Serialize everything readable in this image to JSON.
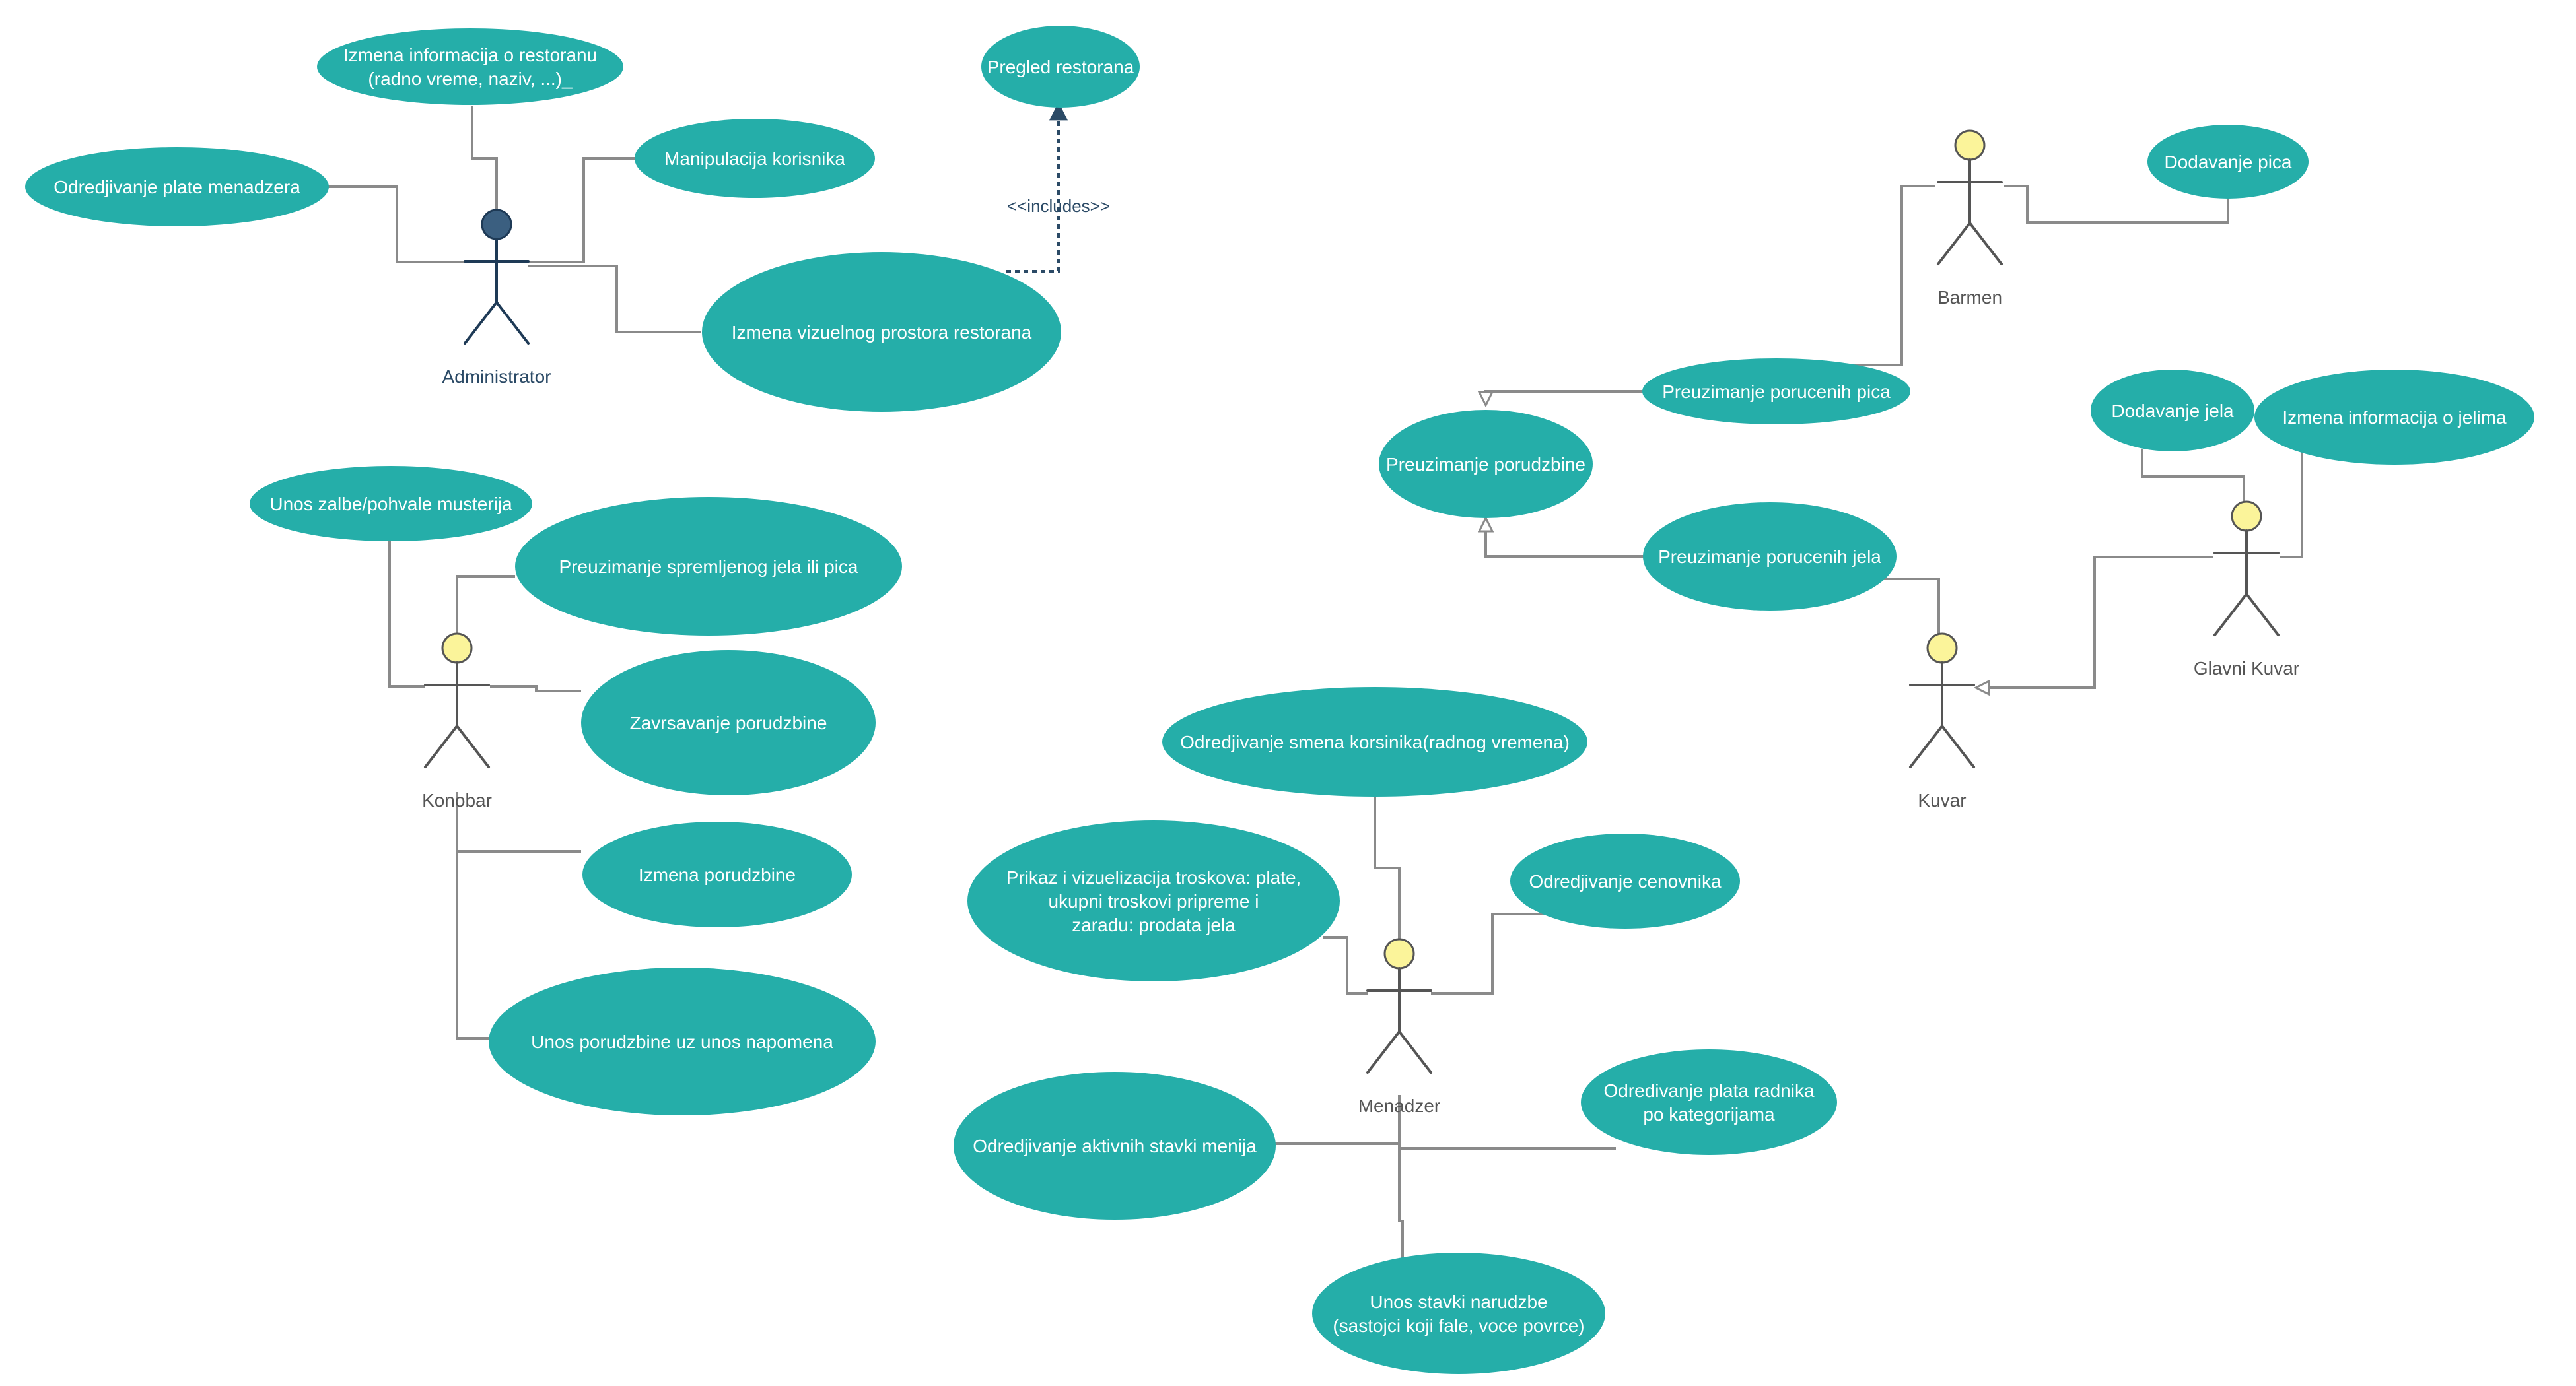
{
  "colors": {
    "usecase_fill": "#25aea9",
    "usecase_text": "#ffffff",
    "actor_head_default": "#fbf49a",
    "actor_head_admin": "#3b5f80",
    "actor_stroke_default": "#555555",
    "actor_stroke_admin": "#1e3a56",
    "edge": "#8a8a8a",
    "dependency": "#2b4a66"
  },
  "actors": [
    {
      "id": "administrator",
      "label": "Administrator",
      "variant": "admin"
    },
    {
      "id": "barmen",
      "label": "Barmen",
      "variant": "default"
    },
    {
      "id": "konobar",
      "label": "Konobar",
      "variant": "default"
    },
    {
      "id": "kuvar",
      "label": "Kuvar",
      "variant": "default"
    },
    {
      "id": "glavni-kuvar",
      "label": "Glavni Kuvar",
      "variant": "default"
    },
    {
      "id": "menadzer",
      "label": "Menadzer",
      "variant": "default"
    }
  ],
  "usecases": [
    {
      "id": "izmena-info-restoran",
      "lines": [
        "Izmena informacija o restoranu",
        "(radno vreme, naziv, ...)_"
      ]
    },
    {
      "id": "pregled-restorana",
      "lines": [
        "Pregled restorana"
      ]
    },
    {
      "id": "odredjivanje-plate-menadzera",
      "lines": [
        "Odredjivanje plate menadzera"
      ]
    },
    {
      "id": "manipulacija-korisnika",
      "lines": [
        "Manipulacija korisnika"
      ]
    },
    {
      "id": "izmena-vizuelnog-prostora",
      "lines": [
        "Izmena vizuelnog prostora restorana"
      ]
    },
    {
      "id": "dodavanje-pica",
      "lines": [
        "Dodavanje pica"
      ]
    },
    {
      "id": "preuzimanje-porucenih-pica",
      "lines": [
        "Preuzimanje porucenih pica"
      ]
    },
    {
      "id": "preuzimanje-porudzbine",
      "lines": [
        "Preuzimanje porudzbine"
      ]
    },
    {
      "id": "preuzimanje-porucenih-jela",
      "lines": [
        "Preuzimanje porucenih jela"
      ]
    },
    {
      "id": "dodavanje-jela",
      "lines": [
        "Dodavanje jela"
      ]
    },
    {
      "id": "izmena-info-jelima",
      "lines": [
        "Izmena informacija o jelima"
      ]
    },
    {
      "id": "unos-zalbe",
      "lines": [
        "Unos zalbe/pohvale musterija"
      ]
    },
    {
      "id": "preuzimanje-spremljenog",
      "lines": [
        "Preuzimanje spremljenog jela ili pica"
      ]
    },
    {
      "id": "zavrsavanje-porudzbine",
      "lines": [
        "Zavrsavanje porudzbine"
      ]
    },
    {
      "id": "izmena-porudzbine",
      "lines": [
        "Izmena porudzbine"
      ]
    },
    {
      "id": "unos-porudzbine",
      "lines": [
        "Unos porudzbine uz unos napomena"
      ]
    },
    {
      "id": "odredjivanje-smena",
      "lines": [
        "Odredjivanje smena korsinika(radnog vremena)"
      ]
    },
    {
      "id": "prikaz-troskova",
      "lines": [
        "Prikaz i vizuelizacija troskova: plate,",
        "ukupni troskovi pripreme i",
        "zaradu: prodata jela"
      ]
    },
    {
      "id": "odredjivanje-cenovnika",
      "lines": [
        "Odredjivanje cenovnika"
      ]
    },
    {
      "id": "odredjivanje-aktivnih-stavki",
      "lines": [
        "Odredjivanje aktivnih stavki menija"
      ]
    },
    {
      "id": "odredjivanje-plata-radnika",
      "lines": [
        "Odredivanje plata radnika",
        "po kategorijama"
      ]
    },
    {
      "id": "unos-stavki-narudzbe",
      "lines": [
        "Unos stavki narudzbe",
        "(sastojci koji fale, voce povrce)"
      ]
    }
  ],
  "dependency": {
    "label": "<<includes>>",
    "from": "izmena-vizuelnog-prostora",
    "to": "pregled-restorana"
  }
}
